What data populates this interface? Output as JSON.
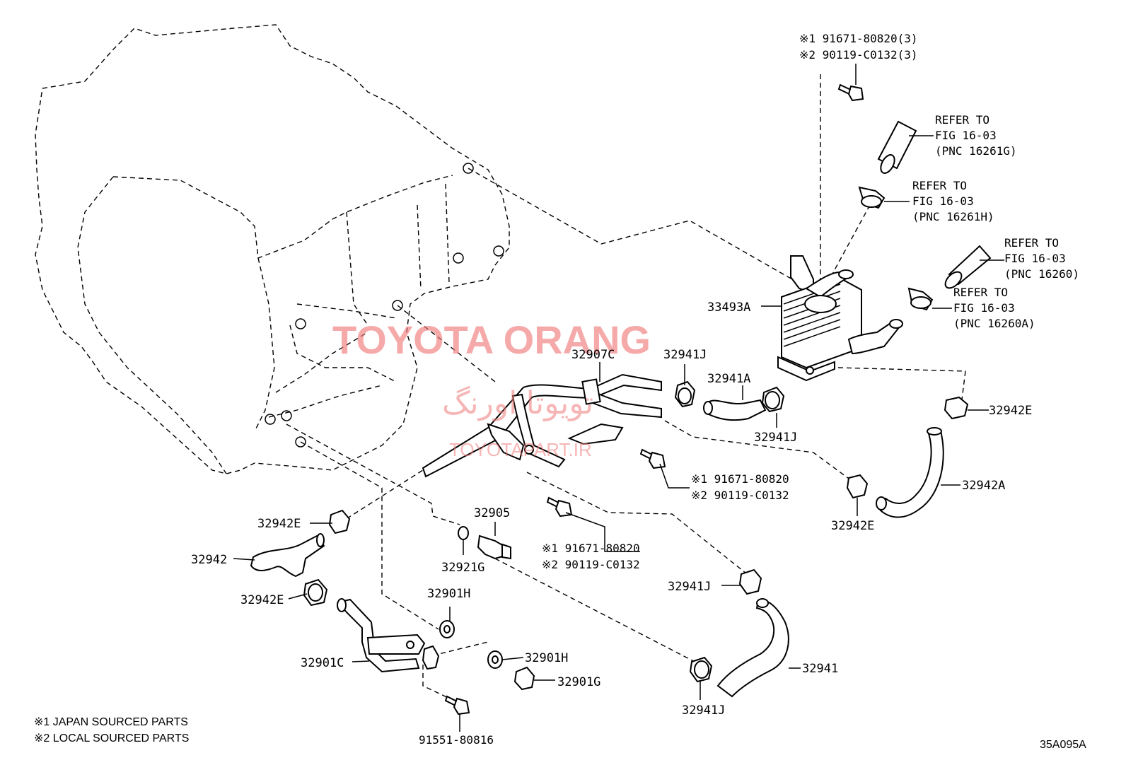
{
  "watermark": {
    "main": "TOYOTA ORANG",
    "persian": "تویوتا اورنگ",
    "site": "TOYOTAPART.IR"
  },
  "labels": {
    "p33493A": "33493A",
    "p32907C": "32907C",
    "p32941J_a": "32941J",
    "p32941A": "32941A",
    "p32941J_b": "32941J",
    "p32942E_a": "32942E",
    "p32942A": "32942A",
    "p32942E_b": "32942E",
    "p32942E_c": "32942E",
    "p32942": "32942",
    "p32942E_d": "32942E",
    "p32905": "32905",
    "p32921G": "32921G",
    "p32901H_a": "32901H",
    "p32901C": "32901C",
    "p32901H_b": "32901H",
    "p32901G": "32901G",
    "p91551": "91551-80816",
    "p32941J_c": "32941J",
    "p32941": "32941",
    "p32941J_d": "32941J"
  },
  "callouts": {
    "top_bolt_1": "※1 91671-80820(3)",
    "top_bolt_2": "※2 90119-C0132(3)",
    "mid_bolt_1": "※1 91671-80820",
    "mid_bolt_2": "※2 90119-C0132",
    "low_bolt_1": "※1 91671-80820",
    "low_bolt_2": "※2 90119-C0132"
  },
  "refers": [
    {
      "line1": "REFER TO",
      "line2": "FIG 16-03",
      "line3": "(PNC 16261G)"
    },
    {
      "line1": "REFER TO",
      "line2": "FIG 16-03",
      "line3": "(PNC 16261H)"
    },
    {
      "line1": "REFER TO",
      "line2": "FIG 16-03",
      "line3": "(PNC 16260)"
    },
    {
      "line1": "REFER TO",
      "line2": "FIG 16-03",
      "line3": "(PNC 16260A)"
    }
  ],
  "notes": {
    "note1": "※1 JAPAN SOURCED PARTS",
    "note2": "※2 LOCAL SOURCED PARTS"
  },
  "figure_code": "35A095A"
}
